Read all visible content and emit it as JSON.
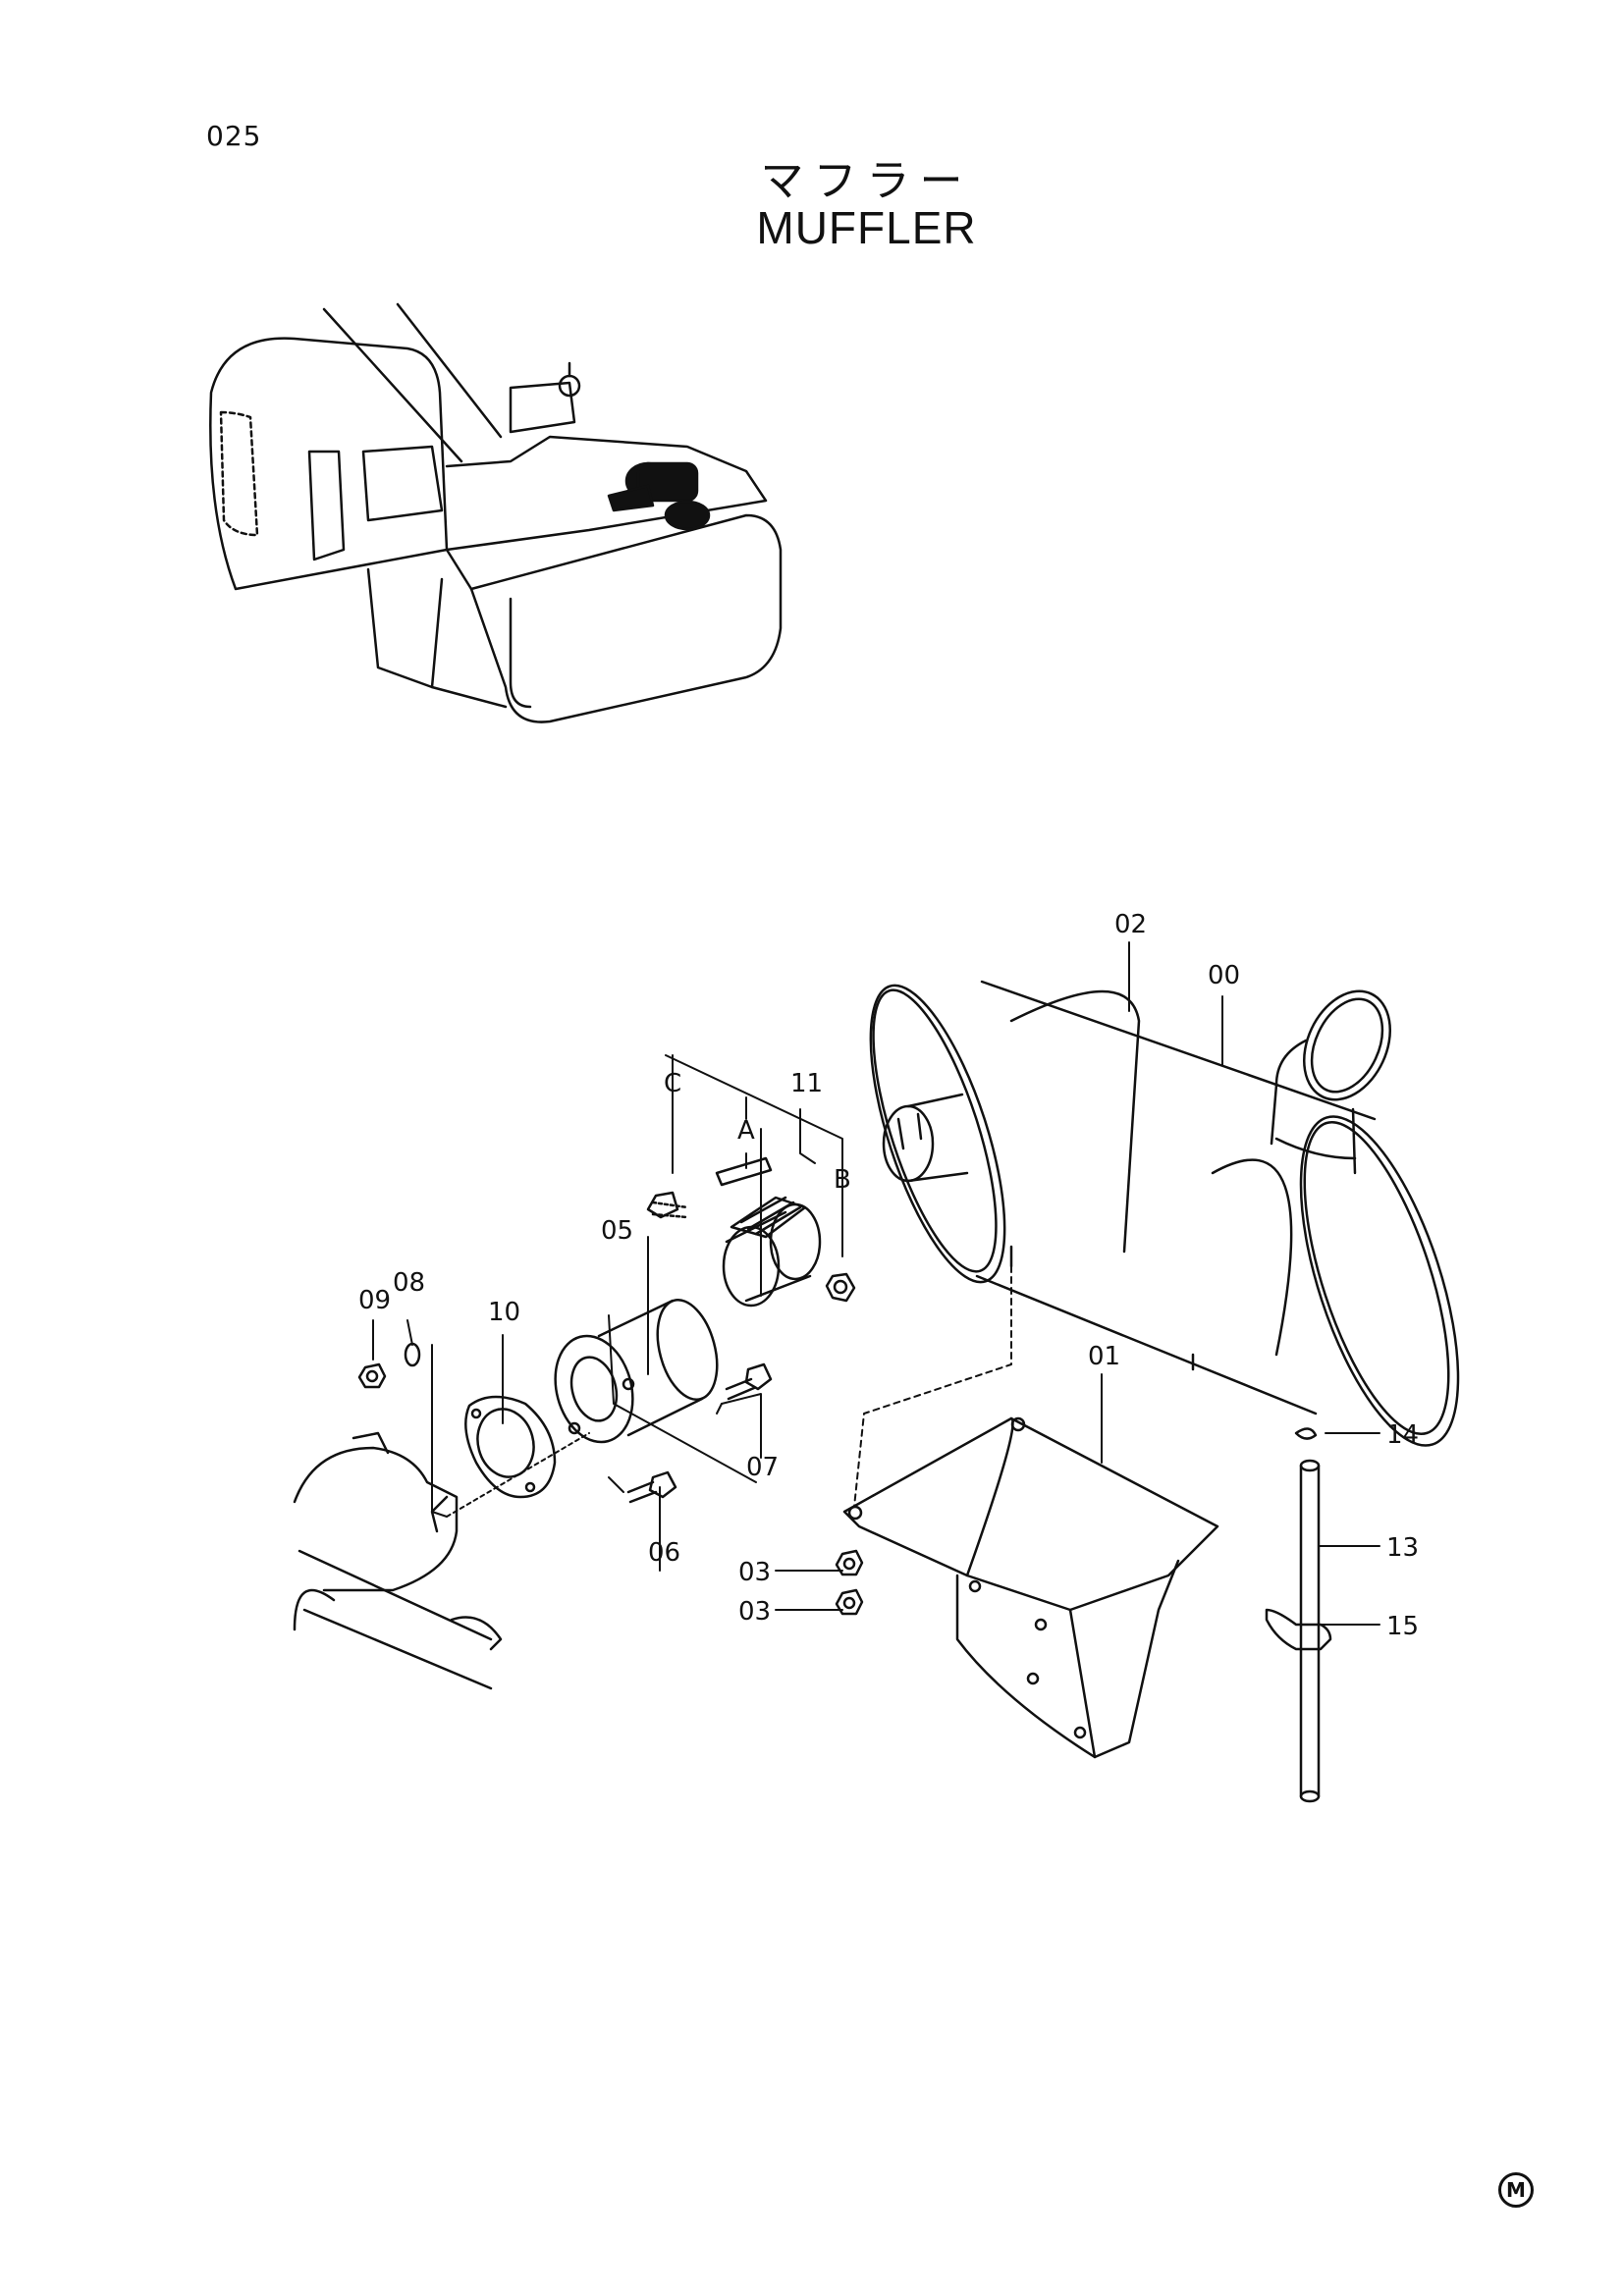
{
  "page": {
    "number": "025",
    "title_jp": "マフラー",
    "title_en": "MUFFLER",
    "mark": "M"
  },
  "callouts": {
    "c00": "00",
    "c01": "01",
    "c02": "02",
    "c03a": "03",
    "c03b": "03",
    "c05": "05",
    "c06": "06",
    "c07": "07",
    "c08": "08",
    "c09": "09",
    "c10": "10",
    "c11": "11",
    "c13": "13",
    "c14": "14",
    "c15": "15",
    "cA": "A",
    "cB": "B",
    "cC": "C"
  }
}
